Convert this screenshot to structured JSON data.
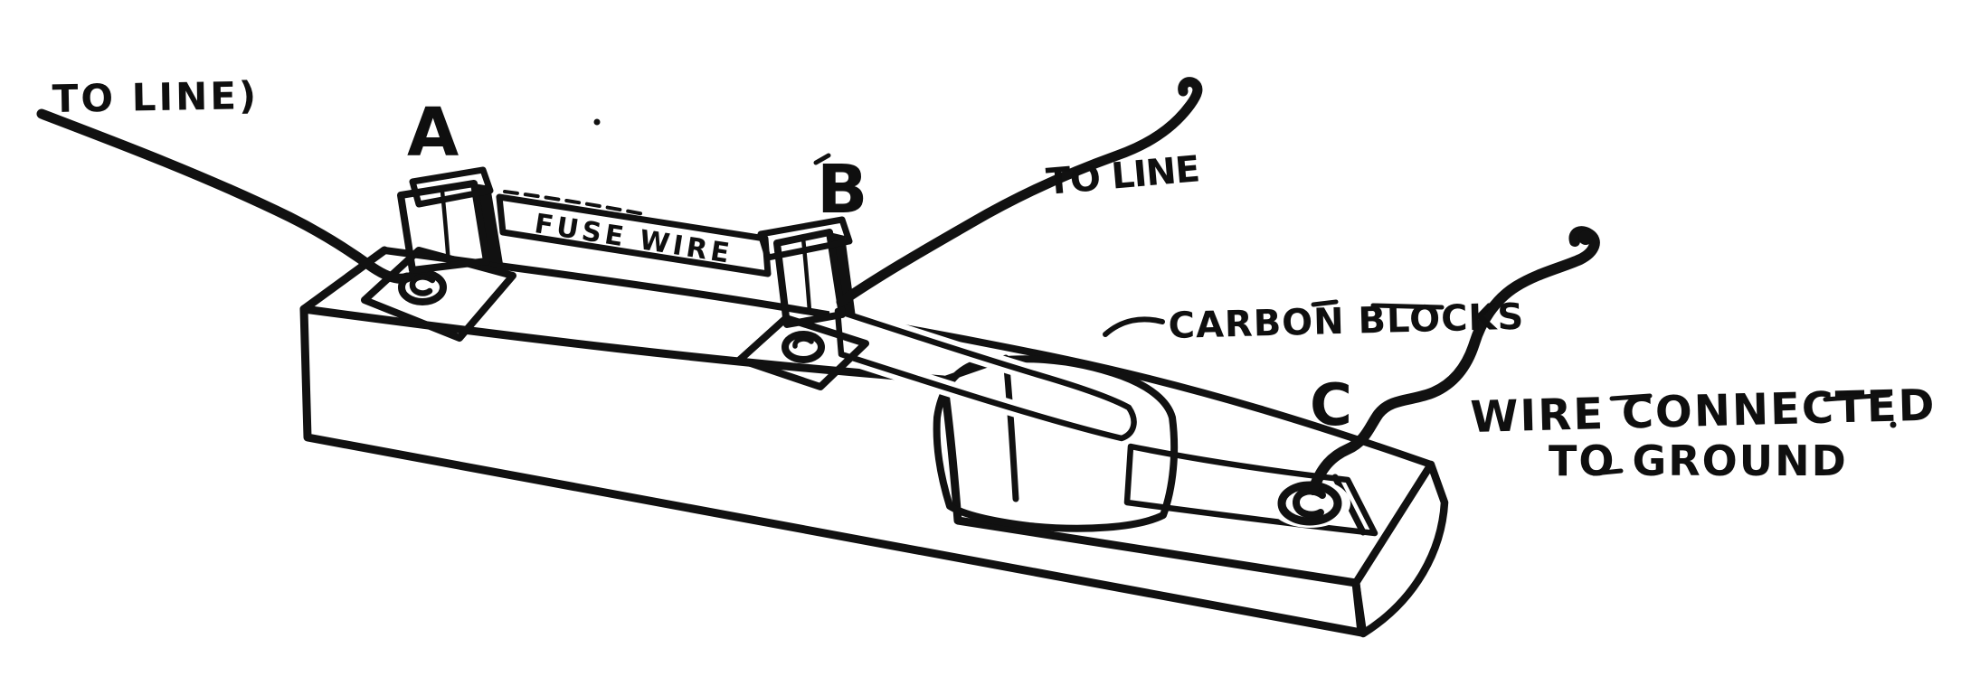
{
  "colors": {
    "paper": "#ffffff",
    "ink": "#111111"
  },
  "labels": {
    "to_line_left": "TO LINE)",
    "post_a": "A",
    "fuse_wire": "FUSE WIRE",
    "post_b": "B",
    "to_line_right": "TO LINE",
    "carbon_blocks": "CARBON BLOCKS",
    "post_c": "C",
    "ground_note_line1": "WIRE CONNECTED",
    "ground_note_line2": "TO GROUND"
  }
}
